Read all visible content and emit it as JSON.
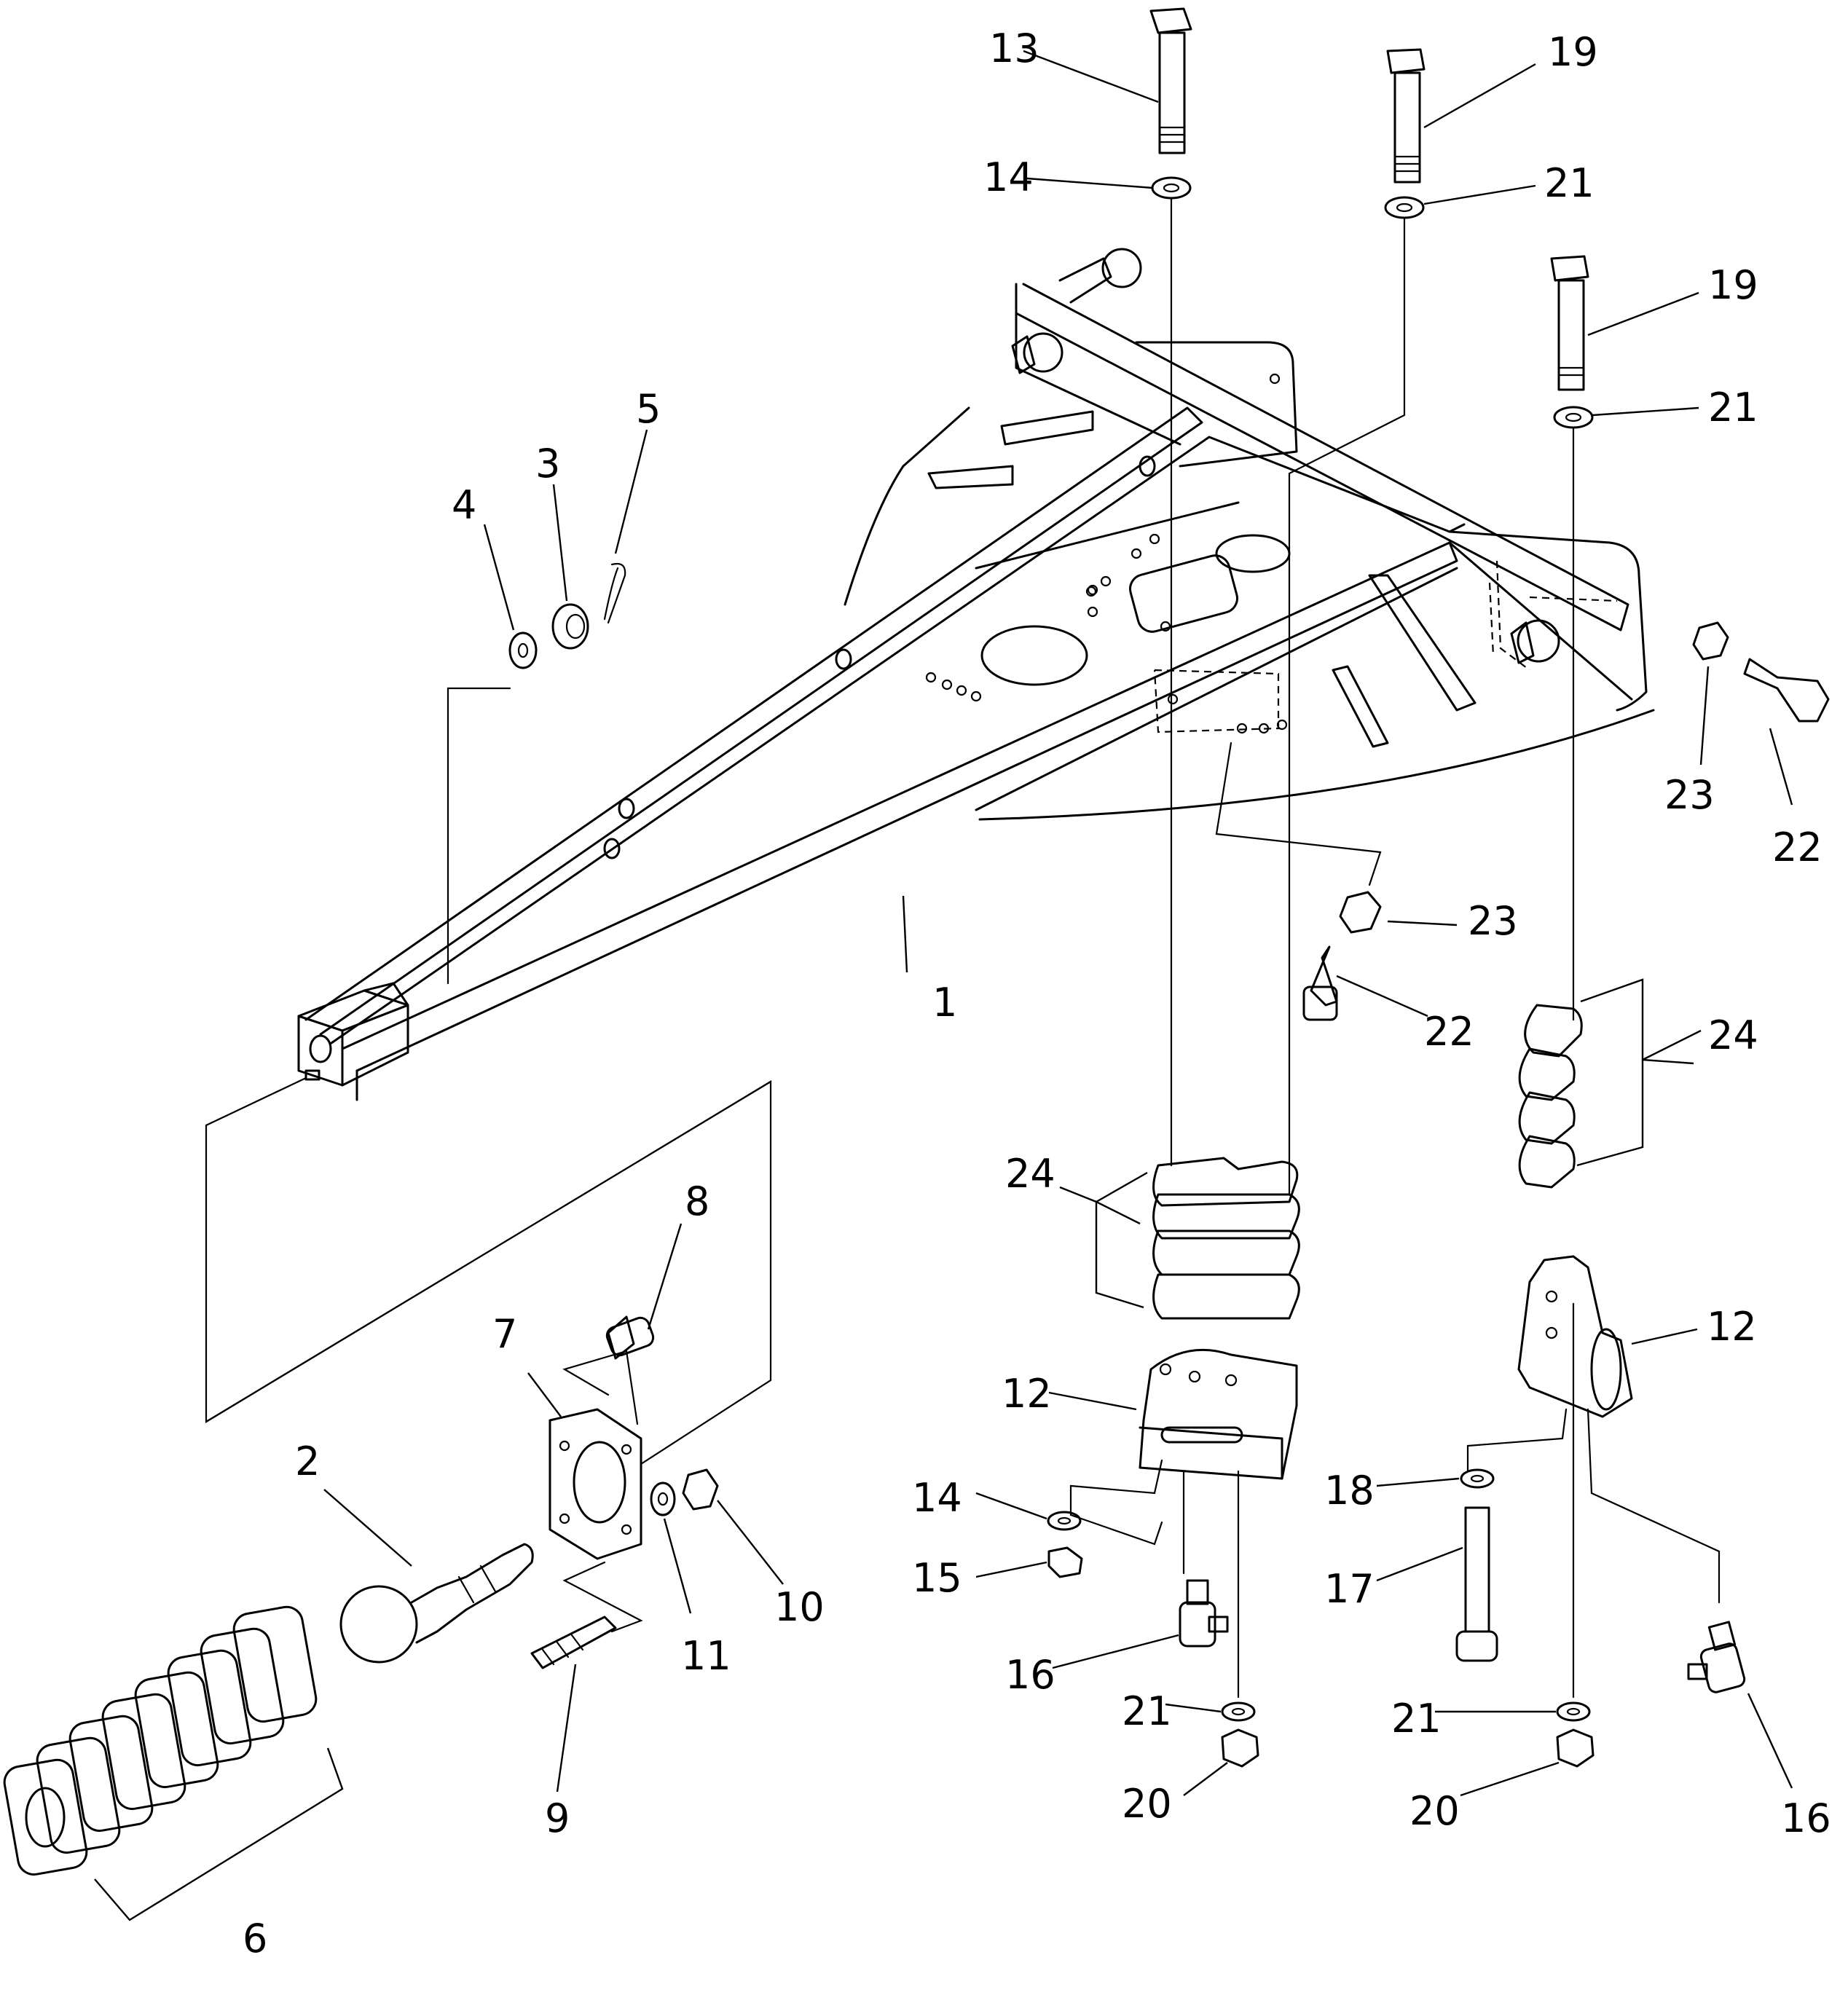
{
  "diagram": {
    "callouts": [
      {
        "id": "c13a",
        "text": "13"
      },
      {
        "id": "c19a",
        "text": "19"
      },
      {
        "id": "c14a",
        "text": "14"
      },
      {
        "id": "c21a",
        "text": "21"
      },
      {
        "id": "c19b",
        "text": "19"
      },
      {
        "id": "c21b",
        "text": "21"
      },
      {
        "id": "c5",
        "text": "5"
      },
      {
        "id": "c3",
        "text": "3"
      },
      {
        "id": "c4",
        "text": "4"
      },
      {
        "id": "c23a",
        "text": "23"
      },
      {
        "id": "c22a",
        "text": "22"
      },
      {
        "id": "c23b",
        "text": "23"
      },
      {
        "id": "c1",
        "text": "1"
      },
      {
        "id": "c22b",
        "text": "22"
      },
      {
        "id": "c24a",
        "text": "24"
      },
      {
        "id": "c24b",
        "text": "24"
      },
      {
        "id": "c8",
        "text": "8"
      },
      {
        "id": "c7",
        "text": "7"
      },
      {
        "id": "c12a",
        "text": "12"
      },
      {
        "id": "c12b",
        "text": "12"
      },
      {
        "id": "c2",
        "text": "2"
      },
      {
        "id": "c14b",
        "text": "14"
      },
      {
        "id": "c18",
        "text": "18"
      },
      {
        "id": "c15",
        "text": "15"
      },
      {
        "id": "c10",
        "text": "10"
      },
      {
        "id": "c17",
        "text": "17"
      },
      {
        "id": "c11",
        "text": "11"
      },
      {
        "id": "c16a",
        "text": "16"
      },
      {
        "id": "c21c",
        "text": "21"
      },
      {
        "id": "c21d",
        "text": "21"
      },
      {
        "id": "c9",
        "text": "9"
      },
      {
        "id": "c20a",
        "text": "20"
      },
      {
        "id": "c20b",
        "text": "20"
      },
      {
        "id": "c16b",
        "text": "16"
      },
      {
        "id": "c6",
        "text": "6"
      }
    ]
  }
}
